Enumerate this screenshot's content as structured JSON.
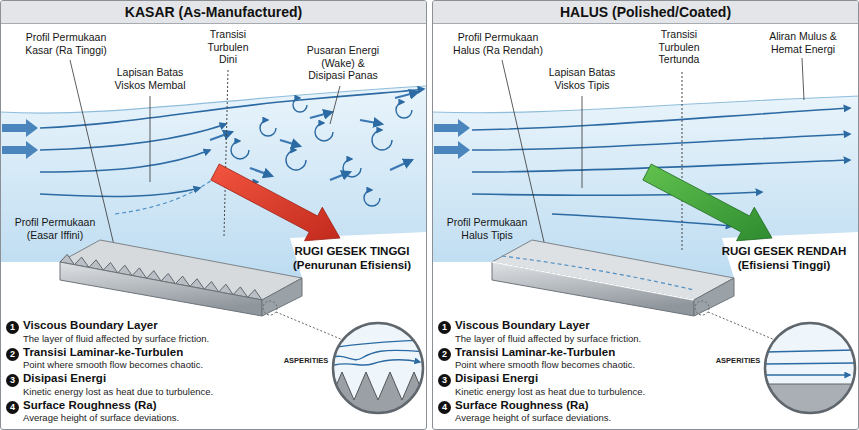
{
  "diagram": {
    "nodes": [
      {
        "text": [
          "KASAR (As-Manufactured)"
        ]
      },
      {
        "text": [
          "HALUS (Polished/Coated)"
        ]
      }
    ],
    "labels": [
      "Profil Permukaan Kasar (Ra Tinggi)",
      "Lapisan Batas Viskos Membal",
      "Transisi Turbulen Dini",
      "Pusaran Energi (Wake) & Disipasi Panas",
      "Profil Permukaan (Easar Iffini)",
      "RUGI GESEK TINGGI (Penurunan Efisiensi)",
      "ASPERITIES",
      "1",
      "Viscous Boundary Layer",
      "The layer of fluid affected by surface friction.",
      "2",
      "Transisi Laminar-ke-Turbulen",
      "Point where smooth flow becomes chaotic.",
      "3",
      "Disipasi Energi",
      "Kinetic energy lost as heat due to turbulence.",
      "4",
      "Surface Roughness (Ra)",
      "Average height of surface deviations.",
      "Profil Permukaan Halus (Ra Rendah)",
      "Lapisan Batas Viskos Tipis",
      "Transisi Turbulen Tertunda",
      "Aliran Mulus & Hemat Energi",
      "Profil Permukaan Halus Tipis",
      "RUGI GESEK RENDAH (Efisiensi Tinggi)",
      "ASPERITIES",
      "1",
      "Viscous Boundary Layer",
      "The layer of fluid affected by surface friction.",
      "2",
      "Transisi Laminar-ke-Turbulen",
      "Point where smooth flow becomes chaotic.",
      "3",
      "Disipasi Energi",
      "Kinetic energy lost as heat due to turbulence.",
      "4",
      "Surface Roughness (Ra)",
      "Average height of surface deviations."
    ]
  }
}
